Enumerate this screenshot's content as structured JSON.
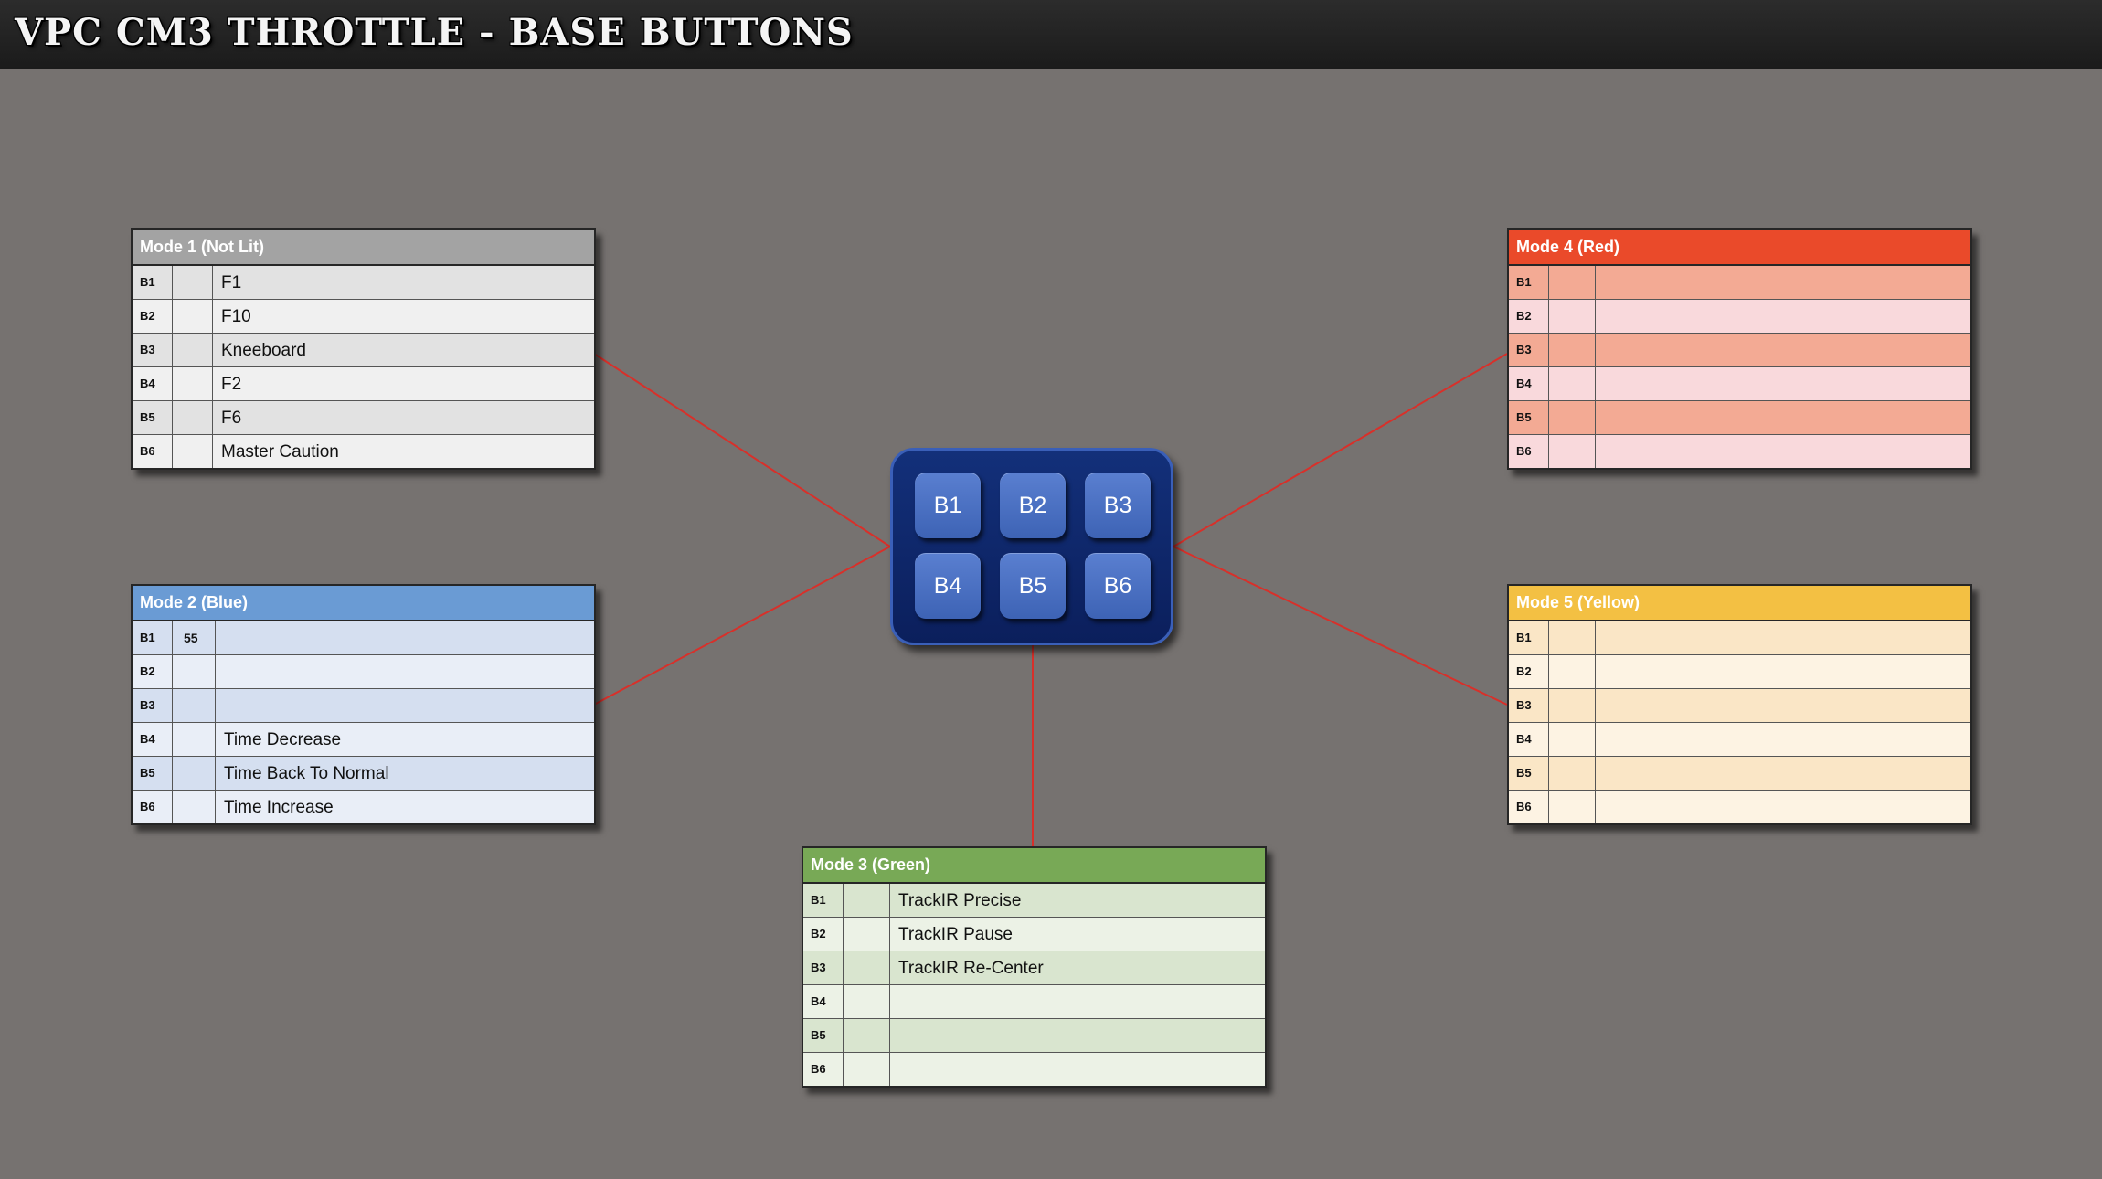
{
  "header": {
    "title": "VPC CM3 THROTTLE - BASE BUTTONS"
  },
  "colors": {
    "background": "#767270",
    "connector": "#d8302a",
    "device_body": "#0b1f5c",
    "device_button": "#4a6fc4"
  },
  "device": {
    "buttons": [
      {
        "label": "B1"
      },
      {
        "label": "B2"
      },
      {
        "label": "B3"
      },
      {
        "label": "B4"
      },
      {
        "label": "B5"
      },
      {
        "label": "B6"
      }
    ]
  },
  "modes": [
    {
      "title": "Mode 1 (Not Lit)",
      "header_color": "#a3a3a3",
      "row_color_a": "#e2e2e2",
      "row_color_b": "#f0f0f0",
      "rows": [
        {
          "button": "B1",
          "code": "",
          "action": "F1"
        },
        {
          "button": "B2",
          "code": "",
          "action": "F10"
        },
        {
          "button": "B3",
          "code": "",
          "action": "Kneeboard"
        },
        {
          "button": "B4",
          "code": "",
          "action": "F2"
        },
        {
          "button": "B5",
          "code": "",
          "action": "F6"
        },
        {
          "button": "B6",
          "code": "",
          "action": "Master Caution"
        }
      ]
    },
    {
      "title": "Mode 2 (Blue)",
      "header_color": "#6a9bd4",
      "row_color_a": "#d5dff0",
      "row_color_b": "#e9eef7",
      "rows": [
        {
          "button": "B1",
          "code": "55",
          "action": ""
        },
        {
          "button": "B2",
          "code": "",
          "action": ""
        },
        {
          "button": "B3",
          "code": "",
          "action": ""
        },
        {
          "button": "B4",
          "code": "",
          "action": "Time Decrease"
        },
        {
          "button": "B5",
          "code": "",
          "action": "Time Back To Normal"
        },
        {
          "button": "B6",
          "code": "",
          "action": "Time Increase"
        }
      ]
    },
    {
      "title": "Mode 3 (Green)",
      "header_color": "#78a956",
      "row_color_a": "#d9e5cf",
      "row_color_b": "#ecf2e6",
      "rows": [
        {
          "button": "B1",
          "code": "",
          "action": "TrackIR Precise"
        },
        {
          "button": "B2",
          "code": "",
          "action": "TrackIR Pause"
        },
        {
          "button": "B3",
          "code": "",
          "action": "TrackIR Re-Center"
        },
        {
          "button": "B4",
          "code": "",
          "action": ""
        },
        {
          "button": "B5",
          "code": "",
          "action": ""
        },
        {
          "button": "B6",
          "code": "",
          "action": ""
        }
      ]
    },
    {
      "title": "Mode 4 (Red)",
      "header_color": "#ea4a2a",
      "row_color_a": "#f3aa94",
      "row_color_b": "#f9d9dc",
      "rows": [
        {
          "button": "B1",
          "code": "",
          "action": ""
        },
        {
          "button": "B2",
          "code": "",
          "action": ""
        },
        {
          "button": "B3",
          "code": "",
          "action": ""
        },
        {
          "button": "B4",
          "code": "",
          "action": ""
        },
        {
          "button": "B5",
          "code": "",
          "action": ""
        },
        {
          "button": "B6",
          "code": "",
          "action": ""
        }
      ]
    },
    {
      "title": "Mode 5 (Yellow)",
      "header_color": "#f3c043",
      "row_color_a": "#fae6c6",
      "row_color_b": "#fdf3e3",
      "rows": [
        {
          "button": "B1",
          "code": "",
          "action": ""
        },
        {
          "button": "B2",
          "code": "",
          "action": ""
        },
        {
          "button": "B3",
          "code": "",
          "action": ""
        },
        {
          "button": "B4",
          "code": "",
          "action": ""
        },
        {
          "button": "B5",
          "code": "",
          "action": ""
        },
        {
          "button": "B6",
          "code": "",
          "action": ""
        }
      ]
    }
  ]
}
